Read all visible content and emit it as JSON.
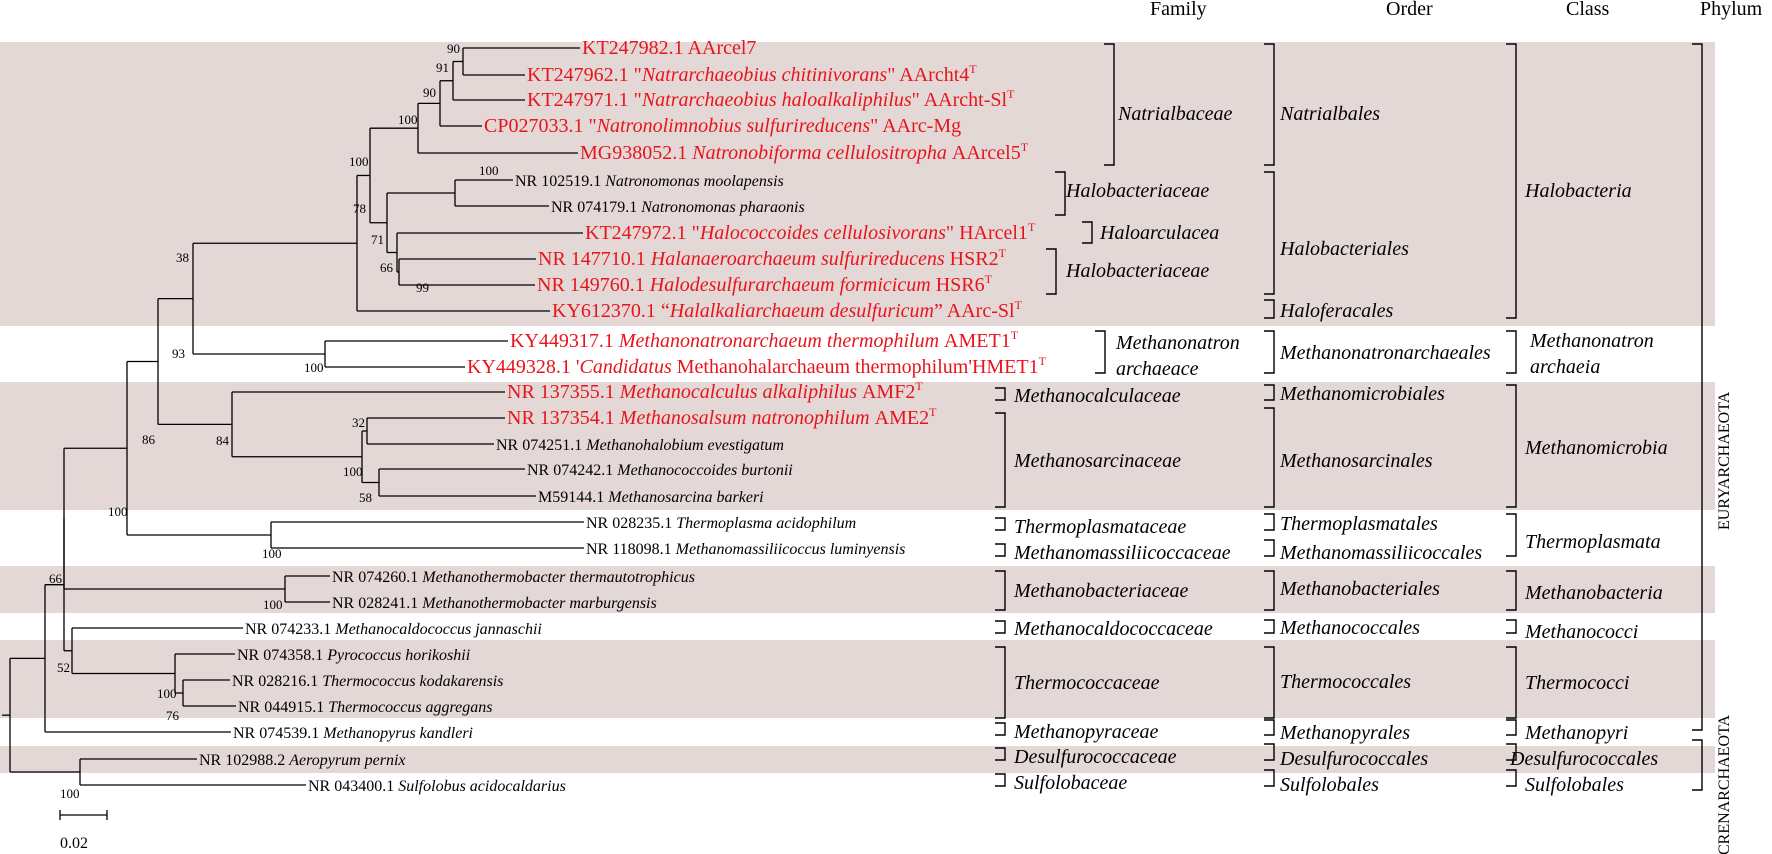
{
  "colors": {
    "band": "#e4d8d6",
    "highlight": "#e8141c",
    "text": "#000000"
  },
  "headers": {
    "family": "Family",
    "order": "Order",
    "class": "Class",
    "phylum": "Phylum"
  },
  "scale_bar": "0.02",
  "leaves": [
    {
      "id": "l1",
      "acc": "KT247982.1",
      "name": "",
      "strain": "AArcel7",
      "hl": true,
      "mode": "plain"
    },
    {
      "id": "l2",
      "acc": "KT247962.1",
      "name": "Natrarchaeobius chitinivorans",
      "strain": "AArcht4",
      "sup": "T",
      "hl": true,
      "mode": "quoted"
    },
    {
      "id": "l3",
      "acc": "KT247971.1",
      "name": "Natrarchaeobius haloalkaliphilus",
      "strain": "AArcht-Sl",
      "sup": "T",
      "hl": true,
      "mode": "quoted"
    },
    {
      "id": "l4",
      "acc": "CP027033.1",
      "name": "Natronolimnobius sulfurireducens",
      "strain": "AArc-Mg",
      "hl": true,
      "mode": "quoted"
    },
    {
      "id": "l5",
      "acc": "MG938052.1",
      "name": "Natronobiforma cellulositropha",
      "strain": "AArcel5",
      "sup": "T",
      "hl": true,
      "mode": "plain"
    },
    {
      "id": "l6",
      "acc": "NR 102519.1",
      "name": "Natronomonas moolapensis",
      "strain": "",
      "hl": false,
      "mode": "plain"
    },
    {
      "id": "l7",
      "acc": "NR 074179.1",
      "name": "Natronomonas pharaonis",
      "strain": "",
      "hl": false,
      "mode": "plain"
    },
    {
      "id": "l8",
      "acc": "KT247972.1",
      "name": "Halococcoides cellulosivorans",
      "strain": "HArcel1",
      "sup": "T",
      "hl": true,
      "mode": "quoted"
    },
    {
      "id": "l9",
      "acc": "NR 147710.1",
      "name": "Halanaeroarchaeum sulfurireducens",
      "strain": "HSR2",
      "sup": "T",
      "hl": true,
      "mode": "plain"
    },
    {
      "id": "l10",
      "acc": "NR 149760.1",
      "name": "Halodesulfurarchaeum formicicum",
      "strain": "HSR6",
      "sup": "T",
      "hl": true,
      "mode": "plain"
    },
    {
      "id": "l11",
      "acc": "KY612370.1",
      "name": "Halalkaliarchaeum desulfuricum",
      "strain": "AArc-Sl",
      "sup": "T",
      "hl": true,
      "mode": "curly"
    },
    {
      "id": "l12",
      "acc": "KY449317.1",
      "name": "Methanonatronarchaeum thermophilum",
      "strain": "AMET1",
      "sup": "T",
      "hl": true,
      "mode": "plain"
    },
    {
      "id": "l13",
      "acc": "KY449328.1",
      "name": "Candidatus",
      "name2": "Methanohalarchaeum thermophilum",
      "strain": "HMET1",
      "sup": "T",
      "hl": true,
      "mode": "cand"
    },
    {
      "id": "l14",
      "acc": "NR 137355.1",
      "name": "Methanocalculus alkaliphilus",
      "strain": "AMF2",
      "sup": "T",
      "hl": true,
      "mode": "plain"
    },
    {
      "id": "l15",
      "acc": "NR 137354.1",
      "name": "Methanosalsum natronophilum",
      "strain": "AME2",
      "sup": "T",
      "hl": true,
      "mode": "plain"
    },
    {
      "id": "l16",
      "acc": "NR 074251.1",
      "name": "Methanohalobium evestigatum",
      "strain": "",
      "hl": false,
      "mode": "plain"
    },
    {
      "id": "l17",
      "acc": "NR 074242.1",
      "name": "Methanococcoides burtonii",
      "strain": "",
      "hl": false,
      "mode": "plain"
    },
    {
      "id": "l18",
      "acc": "M59144.1",
      "name": "Methanosarcina barkeri",
      "strain": "",
      "hl": false,
      "mode": "plain"
    },
    {
      "id": "l19",
      "acc": "NR 028235.1",
      "name": "Thermoplasma acidophilum",
      "strain": "",
      "hl": false,
      "mode": "plain"
    },
    {
      "id": "l20",
      "acc": "NR 118098.1",
      "name": "Methanomassiliicoccus luminyensis",
      "strain": "",
      "hl": false,
      "mode": "plain"
    },
    {
      "id": "l21",
      "acc": "NR 074260.1",
      "name": "Methanothermobacter thermautotrophicus",
      "strain": "",
      "hl": false,
      "mode": "plain"
    },
    {
      "id": "l22",
      "acc": "NR 028241.1",
      "name": "Methanothermobacter marburgensis",
      "strain": "",
      "hl": false,
      "mode": "plain"
    },
    {
      "id": "l23",
      "acc": "NR 074233.1",
      "name": "Methanocaldococcus jannaschii",
      "strain": "",
      "hl": false,
      "mode": "plain"
    },
    {
      "id": "l24",
      "acc": "NR 074358.1",
      "name": "Pyrococcus horikoshii",
      "strain": "",
      "hl": false,
      "mode": "plain"
    },
    {
      "id": "l25",
      "acc": "NR 028216.1",
      "name": "Thermococcus kodakarensis",
      "strain": "",
      "hl": false,
      "mode": "plain"
    },
    {
      "id": "l26",
      "acc": "NR 044915.1",
      "name": "Thermococcus aggregans",
      "strain": "",
      "hl": false,
      "mode": "plain"
    },
    {
      "id": "l27",
      "acc": "NR 074539.1",
      "name": "Methanopyrus kandleri",
      "strain": "",
      "hl": false,
      "mode": "plain"
    },
    {
      "id": "l28",
      "acc": "NR 102988.2",
      "name": "Aeropyrum pernix",
      "strain": "",
      "hl": false,
      "mode": "plain"
    },
    {
      "id": "l29",
      "acc": "NR 043400.1",
      "name": "Sulfolobus acidocaldarius",
      "strain": "",
      "hl": false,
      "mode": "plain"
    }
  ],
  "bootstraps": [
    "90",
    "91",
    "90",
    "100",
    "100",
    "78",
    "71",
    "66",
    "99",
    "100",
    "38",
    "100",
    "93",
    "32",
    "100",
    "58",
    "84",
    "86",
    "100",
    "100",
    "100",
    "66",
    "52",
    "100",
    "76",
    "100"
  ],
  "families": [
    "Natrialbaceae",
    "Halobacteriaceae",
    "Haloarculacea",
    "Halobacteriaceae",
    "Methanonatron",
    "archaeace",
    "Methanocalculaceae",
    "Methanosarcinaceae",
    "Thermoplasmataceae",
    "Methanomassiliicoccaceae",
    "Methanobacteriaceae",
    "Methanocaldococcaceae",
    "Thermococcaceae",
    "Methanopyraceae",
    "Desulfurococcaceae",
    "Sulfolobaceae"
  ],
  "orders": [
    "Natrialbales",
    "Halobacteriales",
    "Haloferacales",
    "Methanonatronarchaeales",
    "Methanomicrobiales",
    "Methanosarcinales",
    "Thermoplasmatales",
    "Methanomassiliicoccales",
    "Methanobacteriales",
    "Methanococcales",
    "Thermococcales",
    "Methanopyrales",
    "Desulfurococcales",
    "Sulfolobales"
  ],
  "classes": [
    "Halobacteria",
    "Methanonatron",
    "archaeia",
    "Methanomicrobia",
    "Thermoplasmata",
    "Methanobacteria",
    "Methanococci",
    "Thermococci",
    "Methanopyri",
    "Desulfurococcales",
    "Sulfolobales"
  ],
  "phyla": [
    "EURYARCHAEOTA",
    "CRENARCHAEOTA"
  ]
}
